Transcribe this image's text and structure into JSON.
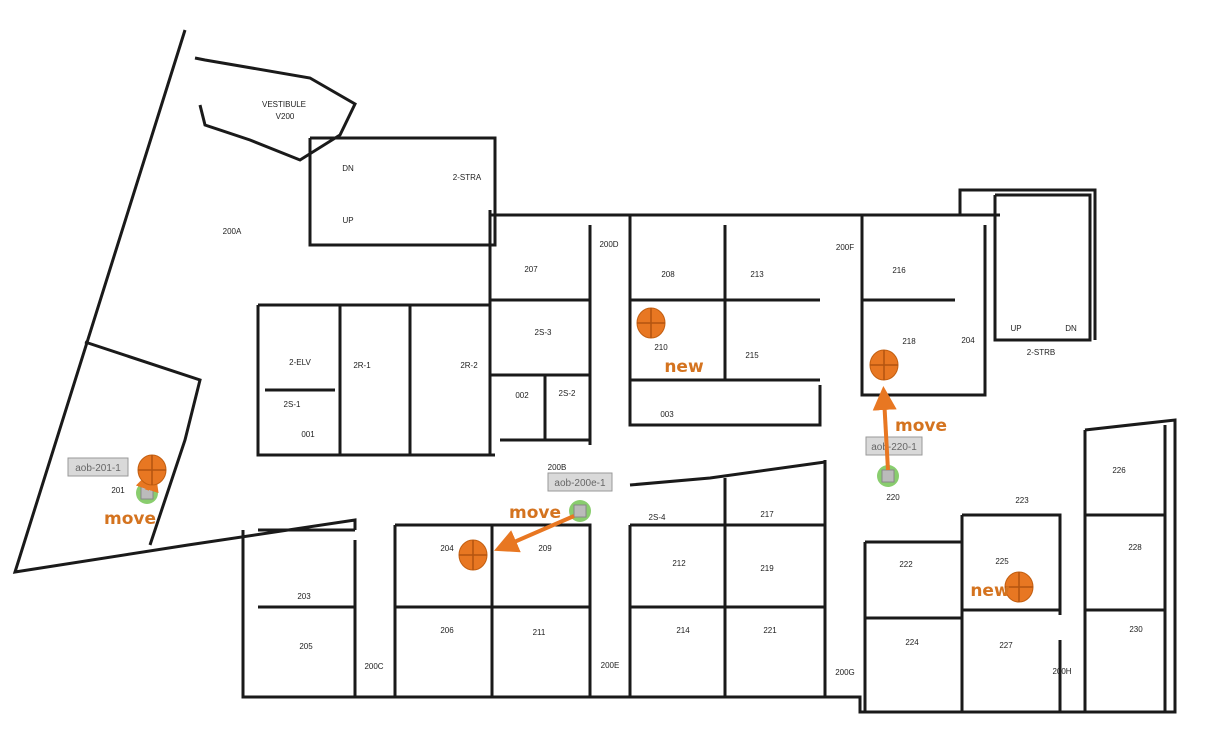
{
  "colors": {
    "wall": "#1a1a1a",
    "marker": "#e87722",
    "annotation": "#d4731f",
    "ap_ring": "#6cc04a",
    "tag_bg": "#d9d9d9"
  },
  "rooms": [
    "VESTIBULE",
    "V200",
    "2-STRA",
    "DN",
    "UP",
    "200A",
    "207",
    "200D",
    "208",
    "213",
    "200F",
    "216",
    "2S-3",
    "210",
    "215",
    "218",
    "204",
    "UP",
    "DN",
    "2-STRB",
    "2-ELV",
    "2R-1",
    "2R-2",
    "2S-1",
    "001",
    "002",
    "2S-2",
    "003",
    "200B",
    "201",
    "2S-4",
    "217",
    "220",
    "223",
    "226",
    "204",
    "209",
    "212",
    "219",
    "222",
    "225",
    "228",
    "203",
    "206",
    "211",
    "214",
    "221",
    "224",
    "227",
    "230",
    "205",
    "200C",
    "200E",
    "200G",
    "200H"
  ],
  "annotations": {
    "labels": [
      "new",
      "move",
      "move",
      "move",
      "new"
    ],
    "ap_tags": [
      "aob-200e-1",
      "aob-220-1",
      "aob-201-1"
    ],
    "new_marker_icon": "crosshair-circle-icon",
    "ap_icon": "access-point-icon"
  }
}
